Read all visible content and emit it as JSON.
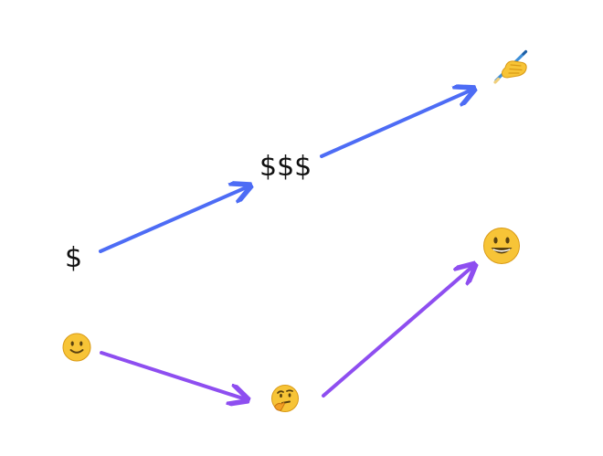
{
  "nodes": {
    "money_small": {
      "text": "$"
    },
    "money_large": {
      "text": "$$$"
    },
    "slight_smile": {
      "icon": "slightly-smiling-face-icon"
    },
    "thinking": {
      "icon": "thinking-face-icon"
    },
    "grinning": {
      "icon": "grinning-face-icon"
    },
    "writing_hand": {
      "icon": "writing-hand-icon"
    }
  },
  "colors": {
    "top_path": "#4d6cf5",
    "bottom_path": "#8e4ef0",
    "emoji_face": "#f7c437",
    "emoji_outline": "#d99a16",
    "text": "#111111"
  },
  "edges": [
    {
      "from": "money_small",
      "to": "money_large",
      "color_key": "top_path"
    },
    {
      "from": "money_large",
      "to": "writing_hand",
      "color_key": "top_path"
    },
    {
      "from": "slight_smile",
      "to": "thinking",
      "color_key": "bottom_path"
    },
    {
      "from": "thinking",
      "to": "grinning",
      "color_key": "bottom_path"
    }
  ]
}
